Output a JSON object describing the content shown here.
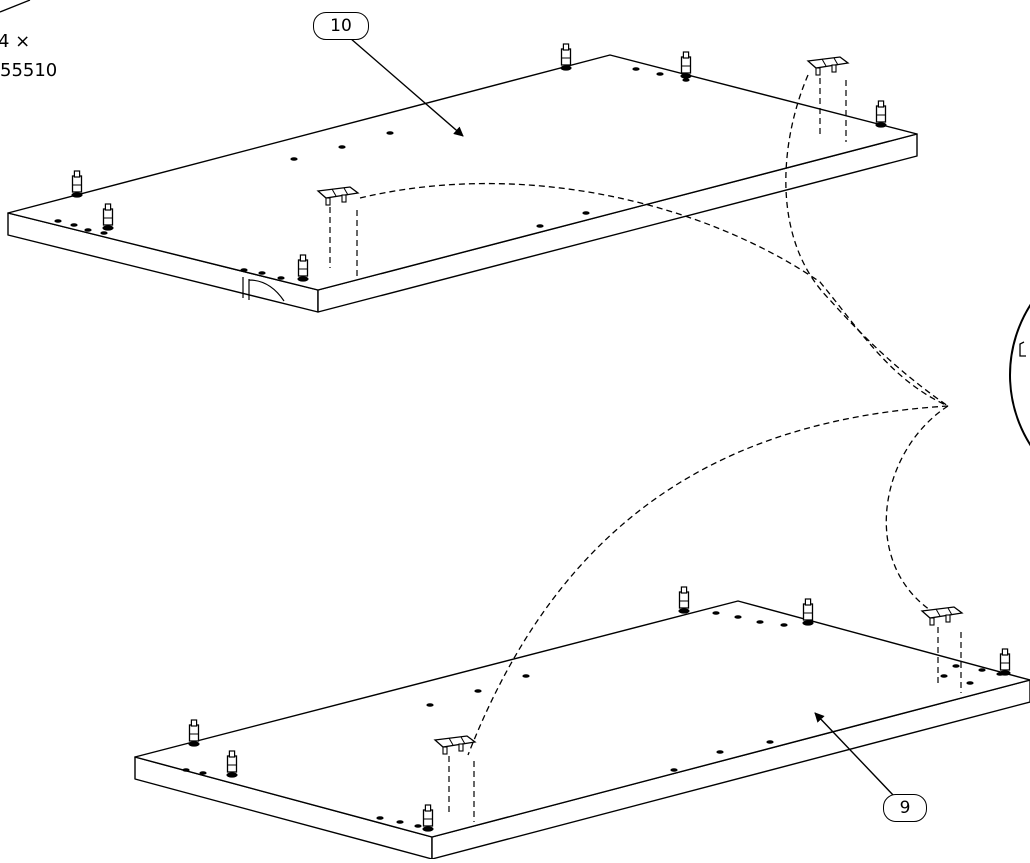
{
  "parts_note": {
    "quantity": "4 ×",
    "part_number": "55510"
  },
  "callouts": [
    {
      "label": "10"
    },
    {
      "label": "9"
    }
  ],
  "colors": {
    "line": "#000000",
    "background": "#ffffff"
  }
}
